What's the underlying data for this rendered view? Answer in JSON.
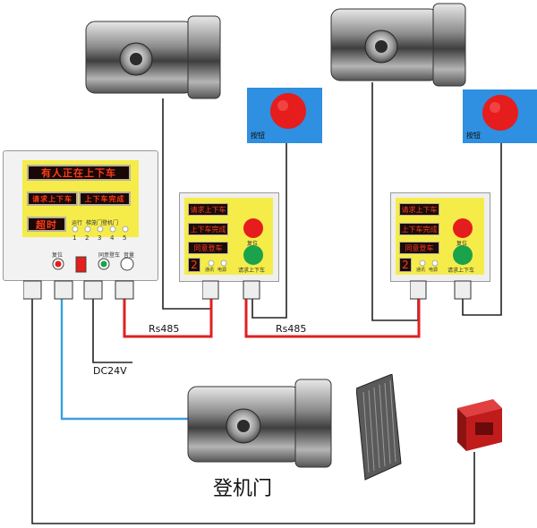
{
  "main_panel": {
    "display_1": "有人正在上下车",
    "display_2": "请求上下车",
    "display_3": "上下车完成",
    "display_4": "超时",
    "indicator_labels": [
      "运行",
      "梯笼门",
      "登机门"
    ],
    "indicator_numbers": [
      "1",
      "2",
      "3",
      "4",
      "5"
    ],
    "reset_label": "复位",
    "agree_label": "同意登车",
    "buzzer_label": "音量"
  },
  "sub_panels": [
    {
      "display_1": "请求上下车",
      "display_2": "上下车完成",
      "display_3": "同意登车",
      "digit": "2",
      "indicator_labels": [
        "通讯",
        "电源"
      ],
      "reset_label": "复位",
      "request_label": "请求上下车"
    },
    {
      "display_1": "请求上下车",
      "display_2": "上下车完成",
      "display_3": "同意登车",
      "digit": "2",
      "indicator_labels": [
        "通讯",
        "电源"
      ],
      "reset_label": "复位",
      "request_label": "请求上下车"
    }
  ],
  "push_buttons": [
    {
      "label": "按钮"
    },
    {
      "label": "按钮"
    }
  ],
  "wire_labels": {
    "rs485_left": "Rs485",
    "rs485_right": "Rs485",
    "power": "DC24V"
  },
  "boarding_door_label": "登机门",
  "colors": {
    "rs485_wire": "#e02020",
    "signal_wire": "#3aa0e0",
    "panel_yellow": "#f5ec4a",
    "button_blue": "#2f8fe0",
    "button_red": "#e51d1d",
    "lcd_text": "#ff3b1a"
  },
  "icons": [
    "door-lock-icon",
    "push-button-icon",
    "light-curtain-sensor-icon",
    "photoelectric-sensor-icon"
  ]
}
